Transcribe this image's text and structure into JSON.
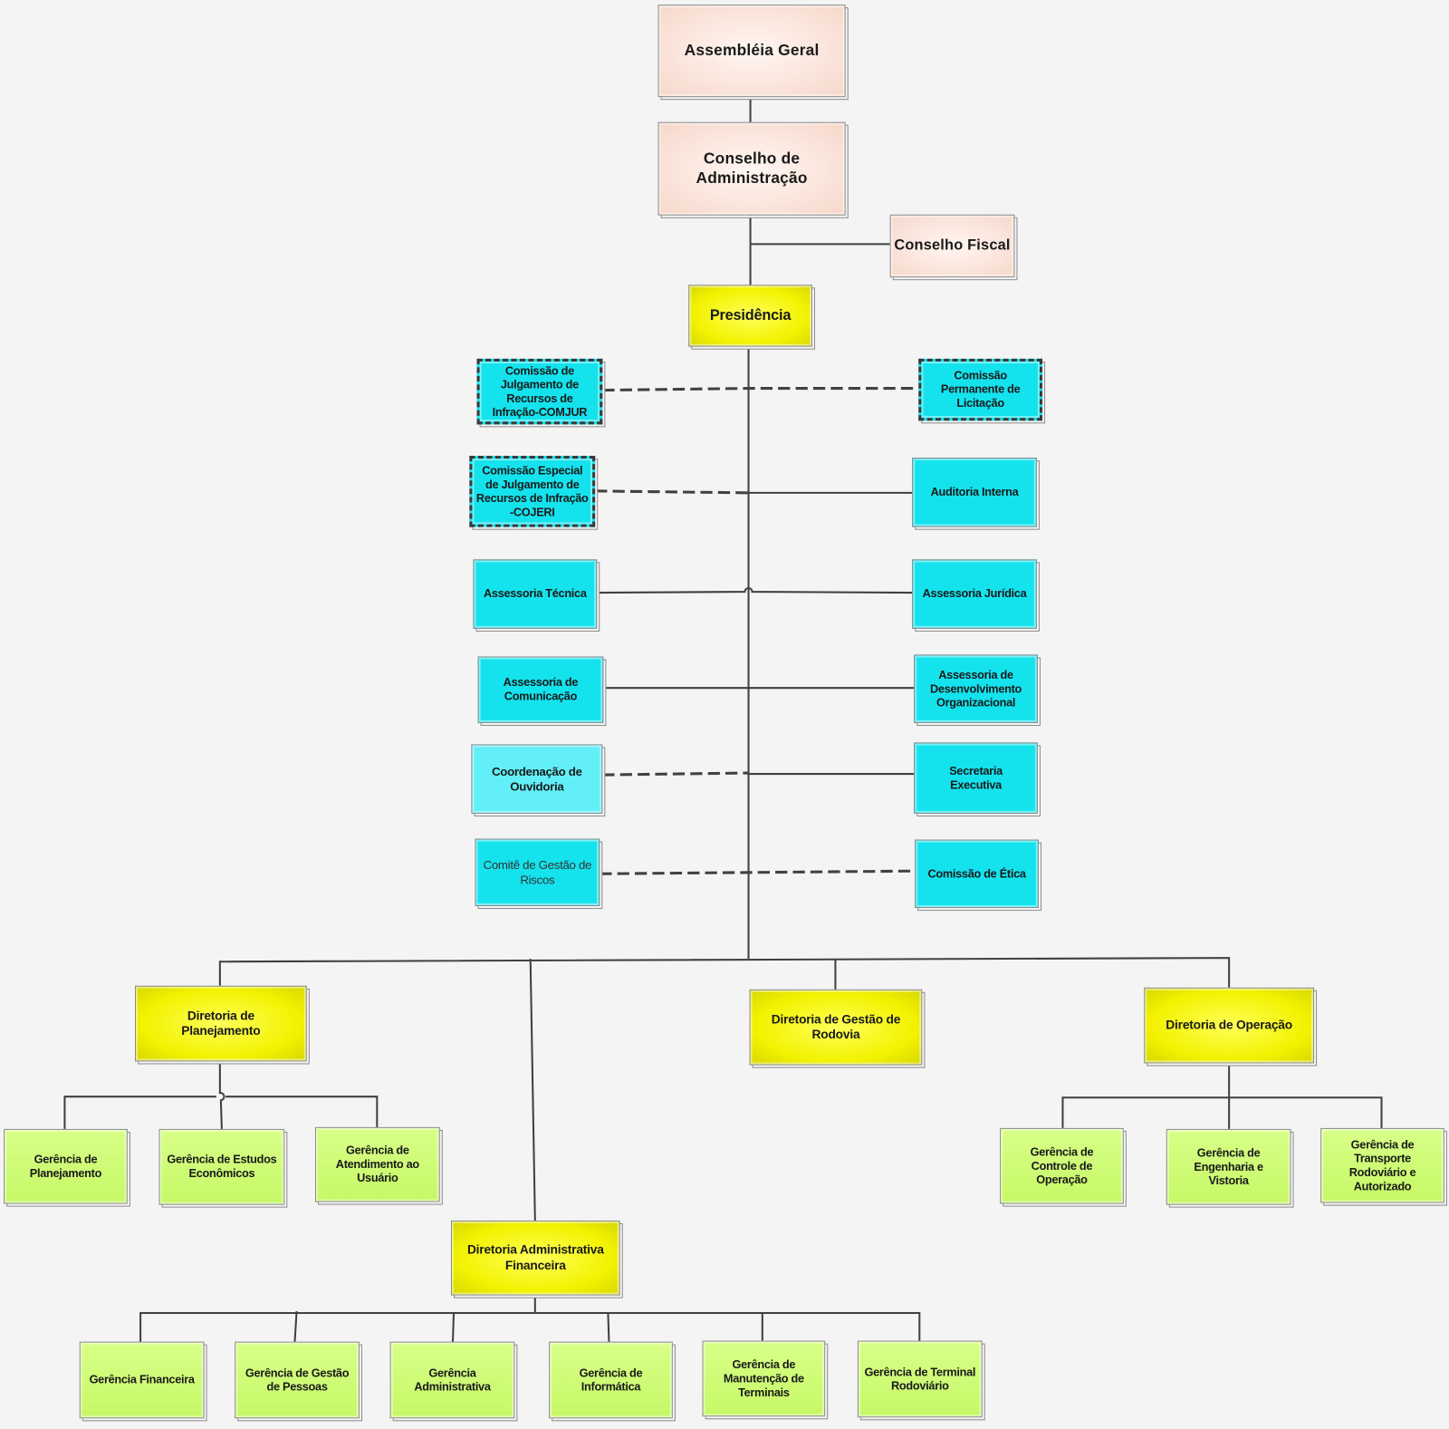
{
  "colors": {
    "bg": "#f4f4f4",
    "gov": "#f6d7ca",
    "yellow": "#f2f200",
    "cyan": "#14e3ee",
    "cyan-light": "#62eff7",
    "green": "#c6f866",
    "line": "#404040"
  },
  "governance": {
    "assembleia_geral": "Assembléia Geral",
    "conselho_administracao": "Conselho de Administração",
    "conselho_fiscal": "Conselho Fiscal"
  },
  "presidencia": "Presidência",
  "staff": {
    "left": [
      "Comissão de Julgamento de Recursos de Infração-COMJUR",
      "Comissão Especial de Julgamento de Recursos de Infração -COJERI",
      "Assessoria Técnica",
      "Assessoria de Comunicação",
      "Coordenação de Ouvidoria",
      "Comitê de Gestão de Riscos"
    ],
    "right": [
      "Comissão Permanente de Licitação",
      "Auditoria Interna",
      "Assessoria Jurídica",
      "Assessoria de Desenvolvimento Organizacional",
      "Secretaria Executiva",
      "Comissão de Ética"
    ]
  },
  "diretorias": [
    {
      "label": "Diretoria de Planejamento",
      "gerencias": [
        "Gerência de Planejamento",
        "Gerência de Estudos Econômicos",
        "Gerência de Atendimento ao Usuário"
      ]
    },
    {
      "label": "Diretoria Administrativa Financeira",
      "gerencias": [
        "Gerência Financeira",
        "Gerência de Gestão de Pessoas",
        "Gerência Administrativa",
        "Gerência de Informática",
        "Gerência de Manutenção de Terminais",
        "Gerência de Terminal Rodoviário"
      ]
    },
    {
      "label": "Diretoria de Gestão de Rodovia",
      "gerencias": []
    },
    {
      "label": "Diretoria de Operação",
      "gerencias": [
        "Gerência de Controle de Operação",
        "Gerência de Engenharia e Vistoria",
        "Gerência de Transporte Rodoviário e Autorizado"
      ]
    }
  ]
}
